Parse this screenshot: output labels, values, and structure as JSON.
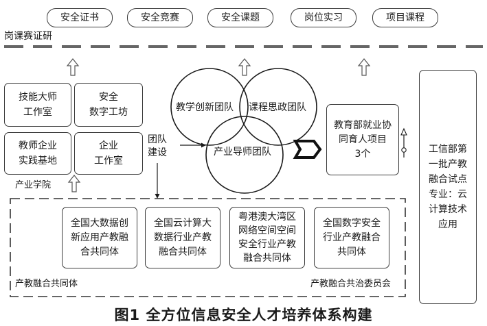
{
  "top_row": {
    "items": [
      "安全证书",
      "安全竞赛",
      "安全课题",
      "岗位实习",
      "项目课程"
    ]
  },
  "top_band": {
    "label": "岗课赛证研"
  },
  "industry_college": {
    "label": "产业学院",
    "boxes": [
      "技能大师\n工作室",
      "安全\n数字工坊",
      "教师企业\n实践基地",
      "企业\n工作室"
    ]
  },
  "team_building": {
    "label": "团队\n建设"
  },
  "teams": {
    "circle_a": "教学创新团队",
    "circle_b": "课程思政团队",
    "circle_c": "产业导师团队"
  },
  "moe_project": {
    "text": "教育部就业协\n同育人项目\n3个"
  },
  "miit_pilot": {
    "text": "工信部第\n一批产教\n融合试点\n专业：云\n计算技术\n应用"
  },
  "community": {
    "left_label": "产教融合共同体",
    "right_label": "产教融合共治委员会",
    "boxes": [
      "全国大数据创\n新应用产教融\n合共同体",
      "全国云计算大\n数据行业产教\n融合共同体",
      "粤港澳大湾区\n网络空间空间\n安全行业产教\n融合共同体",
      "全国数字安全\n行业产教融合\n共同体"
    ]
  },
  "caption": {
    "text": "图1 全方位信息安全人才培养体系构建"
  }
}
